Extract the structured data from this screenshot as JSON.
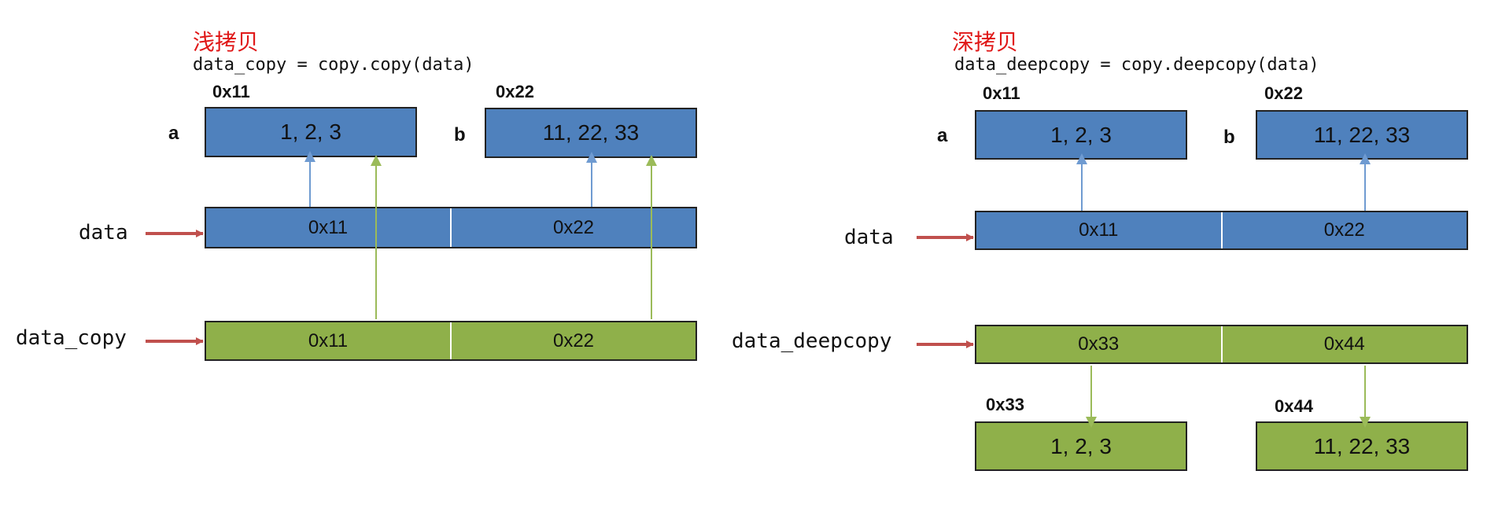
{
  "shallow": {
    "title": "浅拷贝",
    "code": "data_copy = copy.copy(data)",
    "obj_a": {
      "label": "a",
      "addr": "0x11",
      "value": "1, 2, 3"
    },
    "obj_b": {
      "label": "b",
      "addr": "0x22",
      "value": "11, 22, 33"
    },
    "data": {
      "name": "data",
      "cells": [
        "0x11",
        "0x22"
      ]
    },
    "copy": {
      "name": "data_copy",
      "cells": [
        "0x11",
        "0x22"
      ]
    }
  },
  "deep": {
    "title": "深拷贝",
    "code": "data_deepcopy = copy.deepcopy(data)",
    "obj_a": {
      "label": "a",
      "addr": "0x11",
      "value": "1, 2, 3"
    },
    "obj_b": {
      "label": "b",
      "addr": "0x22",
      "value": "11, 22, 33"
    },
    "data": {
      "name": "data",
      "cells": [
        "0x11",
        "0x22"
      ]
    },
    "copy": {
      "name": "data_deepcopy",
      "cells": [
        "0x33",
        "0x44"
      ]
    },
    "copy_a": {
      "addr": "0x33",
      "value": "1, 2, 3"
    },
    "copy_b": {
      "addr": "0x44",
      "value": "11, 22, 33"
    }
  },
  "colors": {
    "title": "#e01818",
    "original": "#4f81bd",
    "copy": "#8fb04a",
    "pointer_arrow": "#c0504d",
    "ref_arrow_original": "#6f9bd1",
    "ref_arrow_copy": "#9bbb59"
  }
}
